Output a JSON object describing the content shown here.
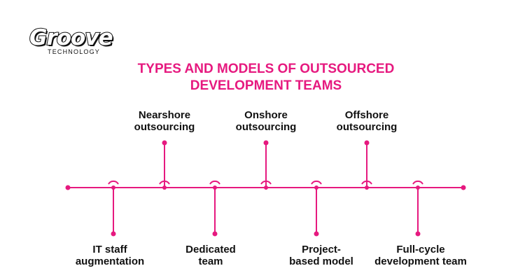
{
  "brand": {
    "logo_text": "Groove",
    "logo_subtext": "TECHNOLOGY"
  },
  "title": {
    "line1": "TYPES AND MODELS OF OUTSOURCED",
    "line2": "DEVELOPMENT TEAMS"
  },
  "colors": {
    "accent": "#e6197f",
    "text": "#111111",
    "background": "#ffffff"
  },
  "timeline": {
    "top_items": [
      {
        "line1": "Nearshore",
        "line2": "outsourcing"
      },
      {
        "line1": "Onshore",
        "line2": "outsourcing"
      },
      {
        "line1": "Offshore",
        "line2": "outsourcing"
      }
    ],
    "bottom_items": [
      {
        "line1": "IT staff",
        "line2": "augmentation"
      },
      {
        "line1": "Dedicated",
        "line2": "team"
      },
      {
        "line1": "Project-",
        "line2": "based model"
      },
      {
        "line1": "Full-cycle",
        "line2": "development team"
      }
    ]
  }
}
